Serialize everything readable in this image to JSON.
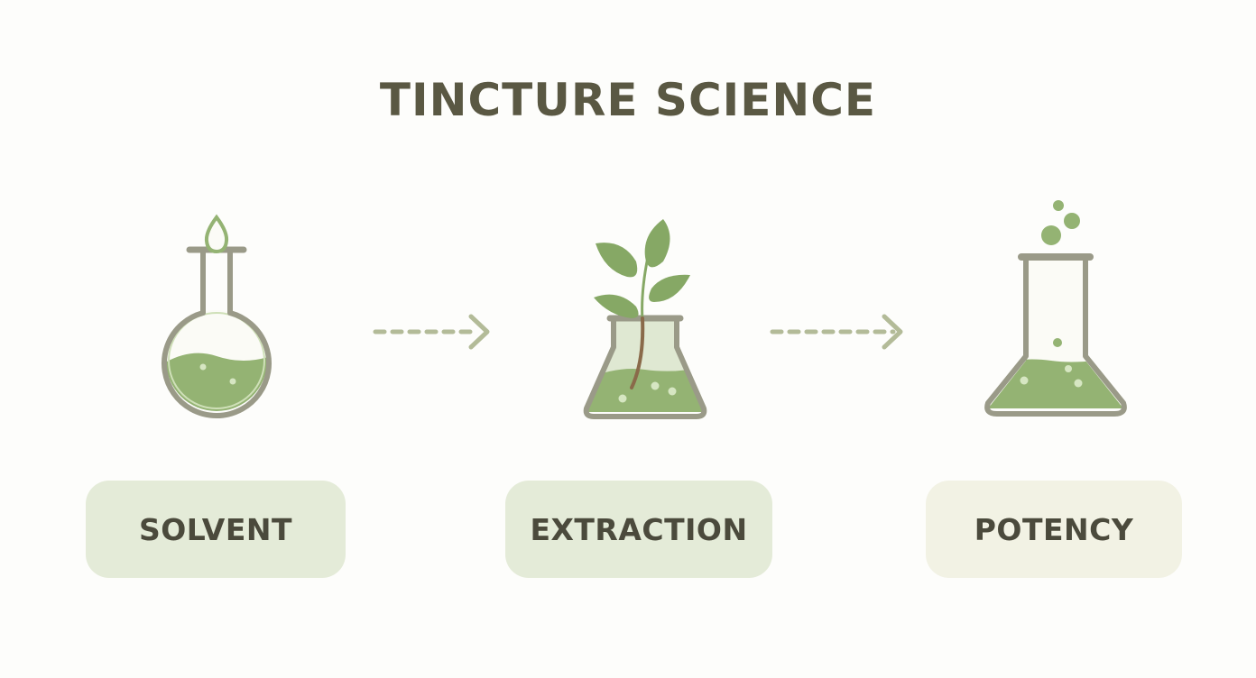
{
  "title": "TINCTURE SCIENCE",
  "steps": [
    {
      "label": "SOLVENT",
      "icon": "round-bottom-flask-icon",
      "box_color": "#e4ebd8"
    },
    {
      "label": "EXTRACTION",
      "icon": "plant-in-flask-icon",
      "box_color": "#e4ebd8"
    },
    {
      "label": "POTENCY",
      "icon": "bubbling-erlenmeyer-flask-icon",
      "box_color": "#f2f2e4"
    }
  ],
  "arrows": [
    {
      "from": "SOLVENT",
      "to": "EXTRACTION",
      "style": "dashed"
    },
    {
      "from": "EXTRACTION",
      "to": "POTENCY",
      "style": "dashed"
    }
  ],
  "colors": {
    "title": "#5a5843",
    "outline": "#9a9a88",
    "liquid": "#94b373",
    "leaf": "#86a865",
    "stem": "#8a6a4a",
    "arrow": "#b3bb98"
  }
}
